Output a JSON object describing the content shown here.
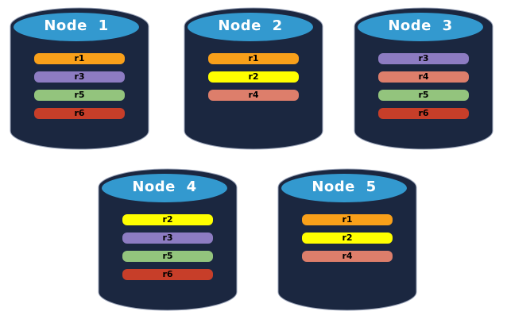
{
  "palette": {
    "cylinder_body": "#1B2740",
    "cylinder_edge": "#9AA3B8",
    "cylinder_top": "#3399CF",
    "title_text": "#FFFFFF",
    "replica_text": "#000000",
    "replicas": {
      "r1": "#F9A01A",
      "r2": "#FFFF00",
      "r3": "#8D7CC2",
      "r4": "#DD7E6B",
      "r5": "#93C47D",
      "r6": "#C73E29"
    }
  },
  "nodes": [
    {
      "label": "Node 1",
      "replicas": [
        "r1",
        "r3",
        "r5",
        "r6"
      ]
    },
    {
      "label": "Node 2",
      "replicas": [
        "r1",
        "r2",
        "r4"
      ]
    },
    {
      "label": "Node 3",
      "replicas": [
        "r3",
        "r4",
        "r5",
        "r6"
      ]
    },
    {
      "label": "Node 4",
      "replicas": [
        "r2",
        "r3",
        "r5",
        "r6"
      ]
    },
    {
      "label": "Node 5",
      "replicas": [
        "r1",
        "r2",
        "r4"
      ]
    }
  ]
}
